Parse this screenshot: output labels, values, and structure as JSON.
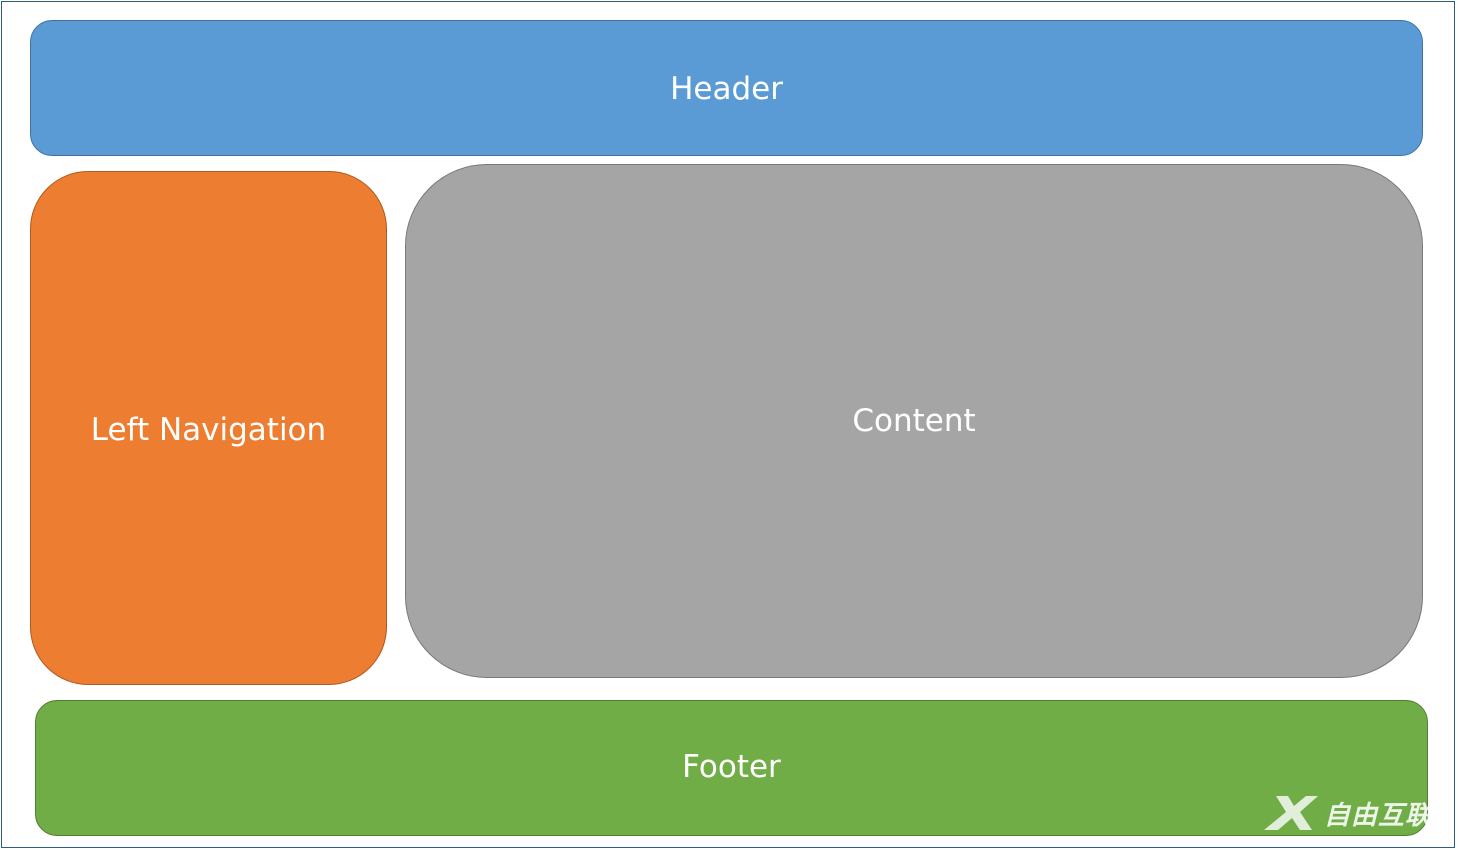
{
  "diagram": {
    "header": {
      "label": "Header",
      "color": "#5b9bd5"
    },
    "left_navigation": {
      "label": "Left Navigation",
      "color": "#ed7d31"
    },
    "content": {
      "label": "Content",
      "color": "#a5a5a5"
    },
    "footer": {
      "label": "Footer",
      "color": "#70ad47"
    }
  },
  "watermark": {
    "text": "自由互联",
    "icon": "x-logo-icon"
  }
}
